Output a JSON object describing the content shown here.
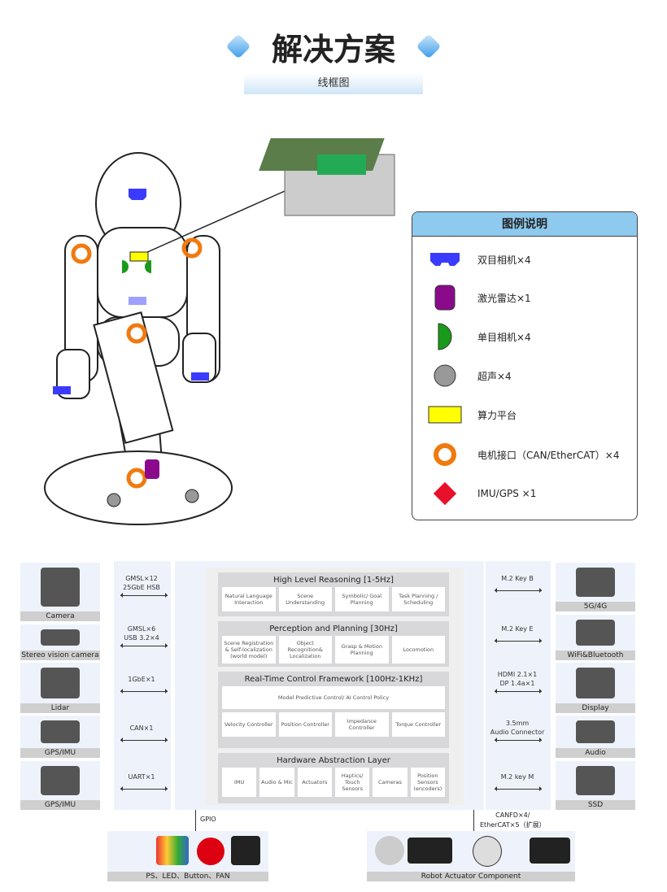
{
  "title": "解决方案",
  "subtitle": "线框图",
  "legend": {
    "title": "图例说明",
    "items": [
      {
        "icon": "stereo-camera",
        "label": "双目相机×4",
        "color": "#3b3bff"
      },
      {
        "icon": "lidar",
        "label": "激光雷达×1",
        "color": "#8b0a8b"
      },
      {
        "icon": "mono-camera",
        "label": "单目相机×4",
        "color": "#1a9a1a"
      },
      {
        "icon": "ultrasonic",
        "label": "超声×4",
        "color": "#999999"
      },
      {
        "icon": "compute-platform",
        "label": "算力平台",
        "color": "#ffff00"
      },
      {
        "icon": "motor-interface",
        "label": "电机接口（CAN/EtherCAT）×4",
        "color": "#f07a10"
      },
      {
        "icon": "imu-gps",
        "label": "IMU/GPS ×1",
        "color": "#e8102a"
      }
    ]
  },
  "arch": {
    "left": [
      {
        "label": "Camera",
        "conn": [
          "GMSL×12",
          "25GbE HSB"
        ]
      },
      {
        "label": "Stereo vision camera",
        "conn": [
          "GMSL×6",
          "USB 3.2×4"
        ]
      },
      {
        "label": "Lidar",
        "conn": [
          "1GbE×1"
        ]
      },
      {
        "label": "GPS/IMU",
        "conn": [
          "CAN×1"
        ]
      },
      {
        "label": "GPS/IMU",
        "conn": [
          "UART×1"
        ]
      }
    ],
    "right": [
      {
        "label": "5G/4G",
        "conn": [
          "M.2 Key B"
        ]
      },
      {
        "label": "WiFi&Bluetooth",
        "conn": [
          "M.2 Key E"
        ]
      },
      {
        "label": "Display",
        "conn": [
          "HDMI 2.1×1",
          "DP 1.4a×1"
        ]
      },
      {
        "label": "Audio",
        "conn": [
          "3.5mm",
          "Audio Connector"
        ]
      },
      {
        "label": "SSD",
        "conn": [
          "M.2 key M"
        ]
      }
    ],
    "layers": [
      {
        "title": "High Level Reasoning [1-5Hz]",
        "cells": [
          "Natural Language Interaction",
          "Scene Understanding",
          "Symbolic/ Goal Planning",
          "Task Planning / Scheduling"
        ]
      },
      {
        "title": "Perception and Planning [30Hz]",
        "cells": [
          "Scene Registration & Self-localization (world model)",
          "Object Recognition& Localization",
          "Grasp & Motion Planning",
          "Locomotion"
        ]
      },
      {
        "title": "Real-Time Control Framework [100Hz-1KHz]",
        "wide": "Model Predictive Control/ AI Control Policy",
        "cells": [
          "Velocity Controller",
          "Position Controller",
          "Impedance Controller",
          "Torque Controller"
        ]
      },
      {
        "title": "Hardware Abstraction Layer",
        "cells": [
          "IMU",
          "Audio & Mic",
          "Actuators",
          "Haptics/ Touch Sensors",
          "Cameras",
          "Position Sensors (encoders)"
        ]
      }
    ],
    "gpio": "GPIO",
    "bus": [
      "CANFD×4/",
      "EtherCAT×5（扩展）"
    ],
    "bottom_left": "PS、LED、Button、FAN",
    "bottom_right": "Robot Actuator Component"
  }
}
